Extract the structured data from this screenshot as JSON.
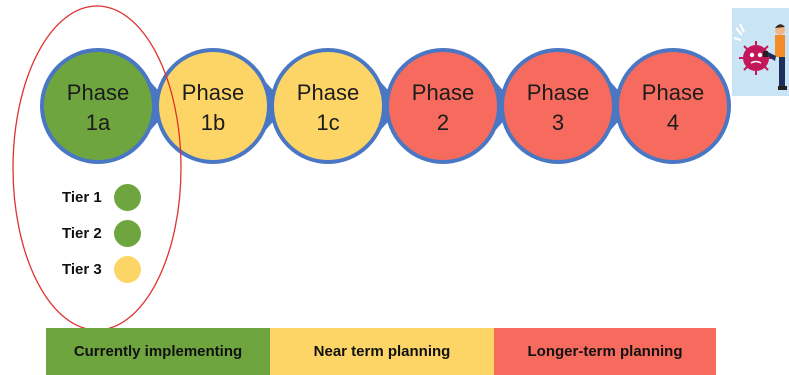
{
  "colors": {
    "green": "#6FA53F",
    "yellow": "#FDD567",
    "red": "#F66B5D",
    "blue_outline": "#4A77C3",
    "arrow": "#4A77C3",
    "highlight_ellipse": "#E03131"
  },
  "phases": [
    {
      "line1": "Phase",
      "line2": "1a",
      "color": "green"
    },
    {
      "line1": "Phase",
      "line2": "1b",
      "color": "yellow"
    },
    {
      "line1": "Phase",
      "line2": "1c",
      "color": "yellow"
    },
    {
      "line1": "Phase",
      "line2": "2",
      "color": "red"
    },
    {
      "line1": "Phase",
      "line2": "3",
      "color": "red"
    },
    {
      "line1": "Phase",
      "line2": "4",
      "color": "red"
    }
  ],
  "tiers": [
    {
      "label": "Tier 1",
      "color": "green"
    },
    {
      "label": "Tier 2",
      "color": "green"
    },
    {
      "label": "Tier 3",
      "color": "yellow"
    }
  ],
  "legend": [
    {
      "label": "Currently implementing",
      "color": "green"
    },
    {
      "label": "Near term planning",
      "color": "yellow"
    },
    {
      "label": "Longer-term planning",
      "color": "red"
    }
  ],
  "illustration": {
    "icon": "person-kicking-virus-icon"
  }
}
